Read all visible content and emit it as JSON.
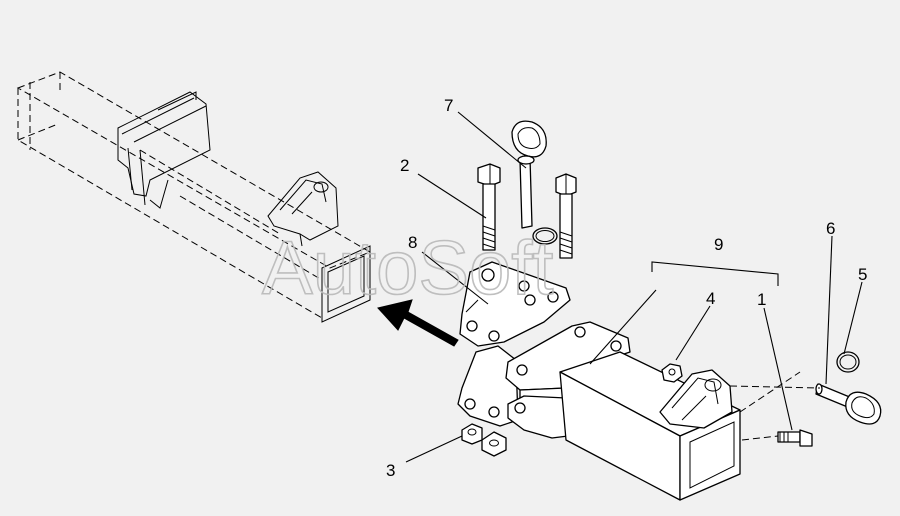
{
  "watermark": "AutoSoft",
  "callouts": [
    {
      "label": "1"
    },
    {
      "label": "2"
    },
    {
      "label": "3"
    },
    {
      "label": "4"
    },
    {
      "label": "5"
    },
    {
      "label": "6"
    },
    {
      "label": "7"
    },
    {
      "label": "8"
    },
    {
      "label": "9"
    }
  ]
}
